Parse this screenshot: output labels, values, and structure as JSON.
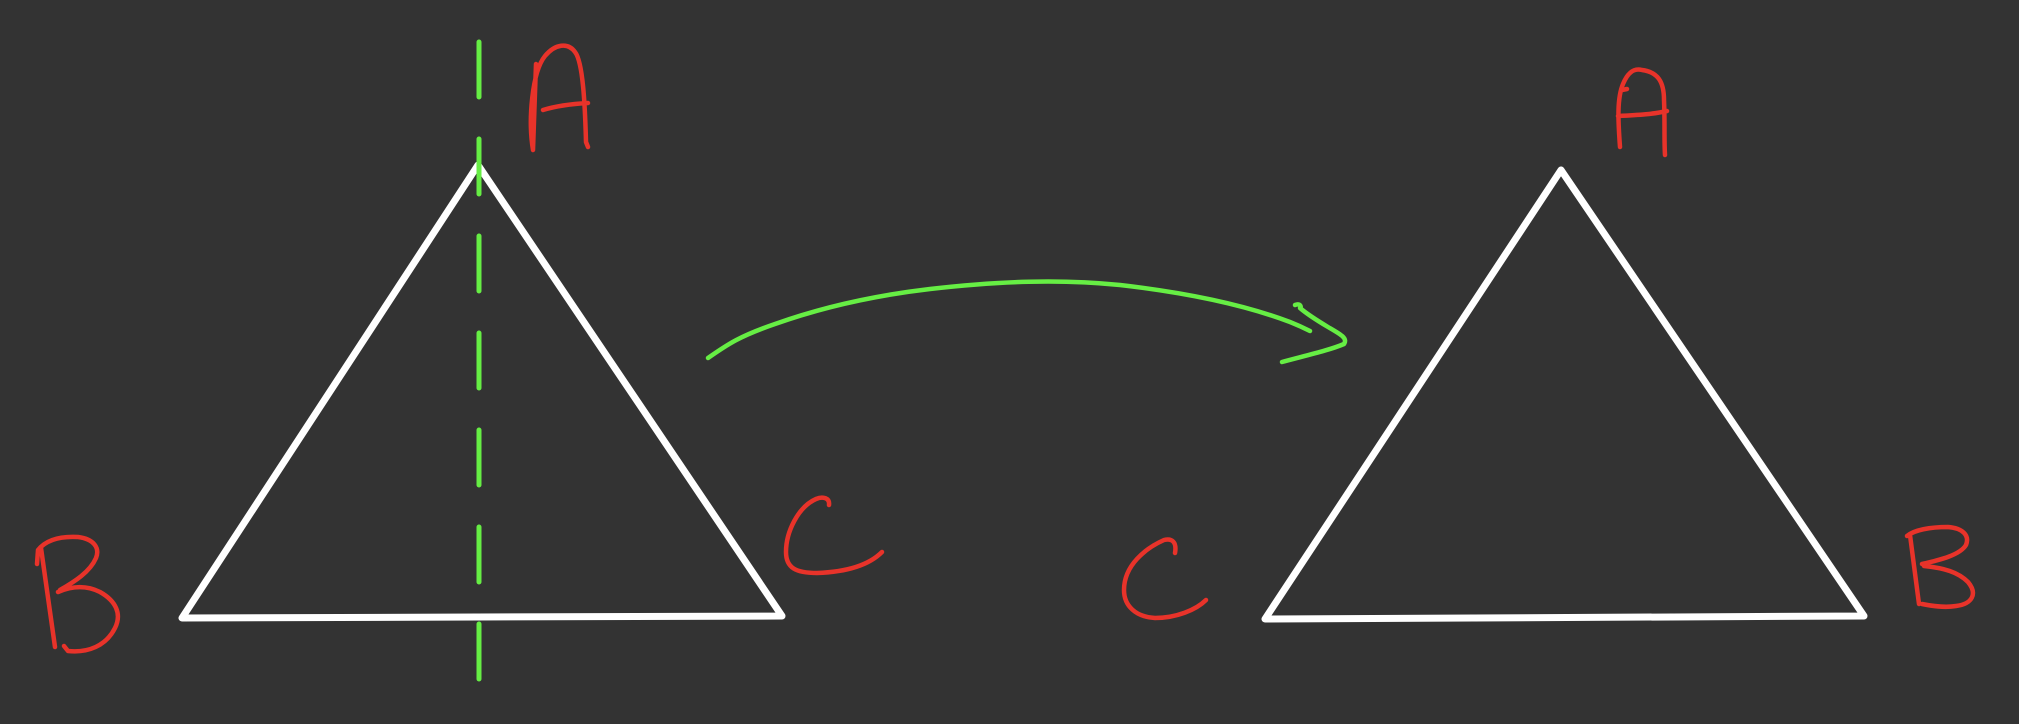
{
  "colors": {
    "background": "#333333",
    "triangle_stroke": "#ffffff",
    "axis_stroke": "#66ee44",
    "arrow_stroke": "#66ee44",
    "label_color": "#e8332a"
  },
  "original_triangle": {
    "vertex_labels": {
      "top": "A",
      "left": "B",
      "right": "C"
    }
  },
  "reflected_triangle": {
    "vertex_labels": {
      "top": "A",
      "left": "C",
      "right": "B"
    }
  },
  "symmetry_axis": {
    "style": "dashed"
  },
  "transform_arrow": {
    "direction": "left-to-right"
  }
}
